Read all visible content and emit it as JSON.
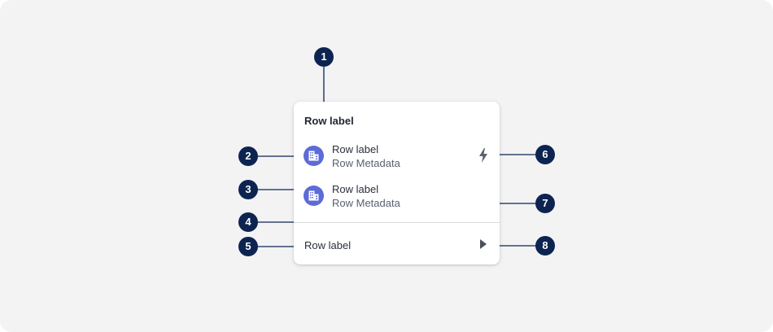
{
  "menu": {
    "header_label": "Row label",
    "rows": [
      {
        "label": "Row label",
        "metadata": "Row Metadata",
        "icon": "building-icon",
        "trailing_icon": "lightning-icon"
      },
      {
        "label": "Row label",
        "metadata": "Row Metadata",
        "icon": "building-icon"
      },
      {
        "label": "Row label",
        "trailing_icon": "chevron-right-icon"
      }
    ]
  },
  "callouts": [
    "1",
    "2",
    "3",
    "4",
    "5",
    "6",
    "7",
    "8"
  ],
  "colors": {
    "callout": "#0d2451",
    "avatar": "#5c6bd6",
    "background": "#f3f3f4",
    "card": "#ffffff"
  }
}
